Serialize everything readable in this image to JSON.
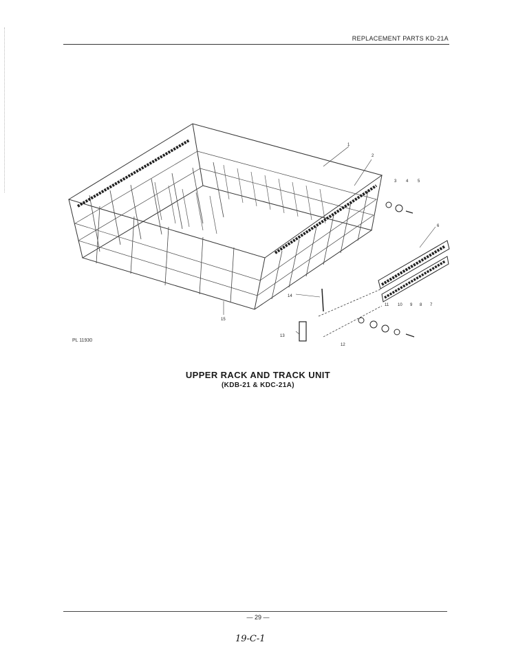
{
  "header": {
    "text": "REPLACEMENT PARTS KD-21A"
  },
  "figure": {
    "id": "PL 11930",
    "callouts": [
      "1",
      "2",
      "3",
      "4",
      "5",
      "6",
      "7",
      "8",
      "9",
      "10",
      "11",
      "12",
      "13",
      "14",
      "15"
    ]
  },
  "caption": {
    "title": "UPPER RACK AND TRACK UNIT",
    "subtitle": "(KDB-21 & KDC-21A)"
  },
  "footer": {
    "page_number": "— 29 —",
    "handwritten_note": "19-C-1"
  }
}
